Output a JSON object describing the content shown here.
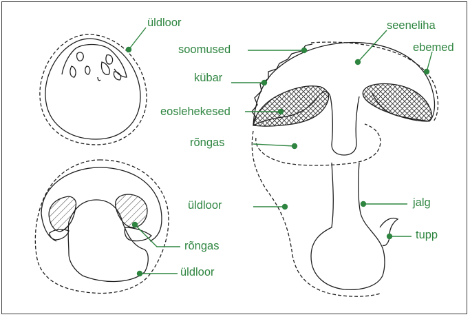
{
  "colors": {
    "label_green": "#2e8540",
    "outline": "#1f1f1f",
    "hatch": "#333333"
  },
  "labels": {
    "uldloor_top": "üldloor",
    "soomused": "soomused",
    "seeneliha": "seeneliha",
    "ebemed": "ebemed",
    "kubar": "kübar",
    "eoslehekesed": "eoslehekesed",
    "rongas_right": "rõngas",
    "uldloor_mid": "üldloor",
    "jalg": "jalg",
    "tupp": "tupp",
    "rongas_left": "rõngas",
    "uldloor_bottom": "üldloor"
  }
}
